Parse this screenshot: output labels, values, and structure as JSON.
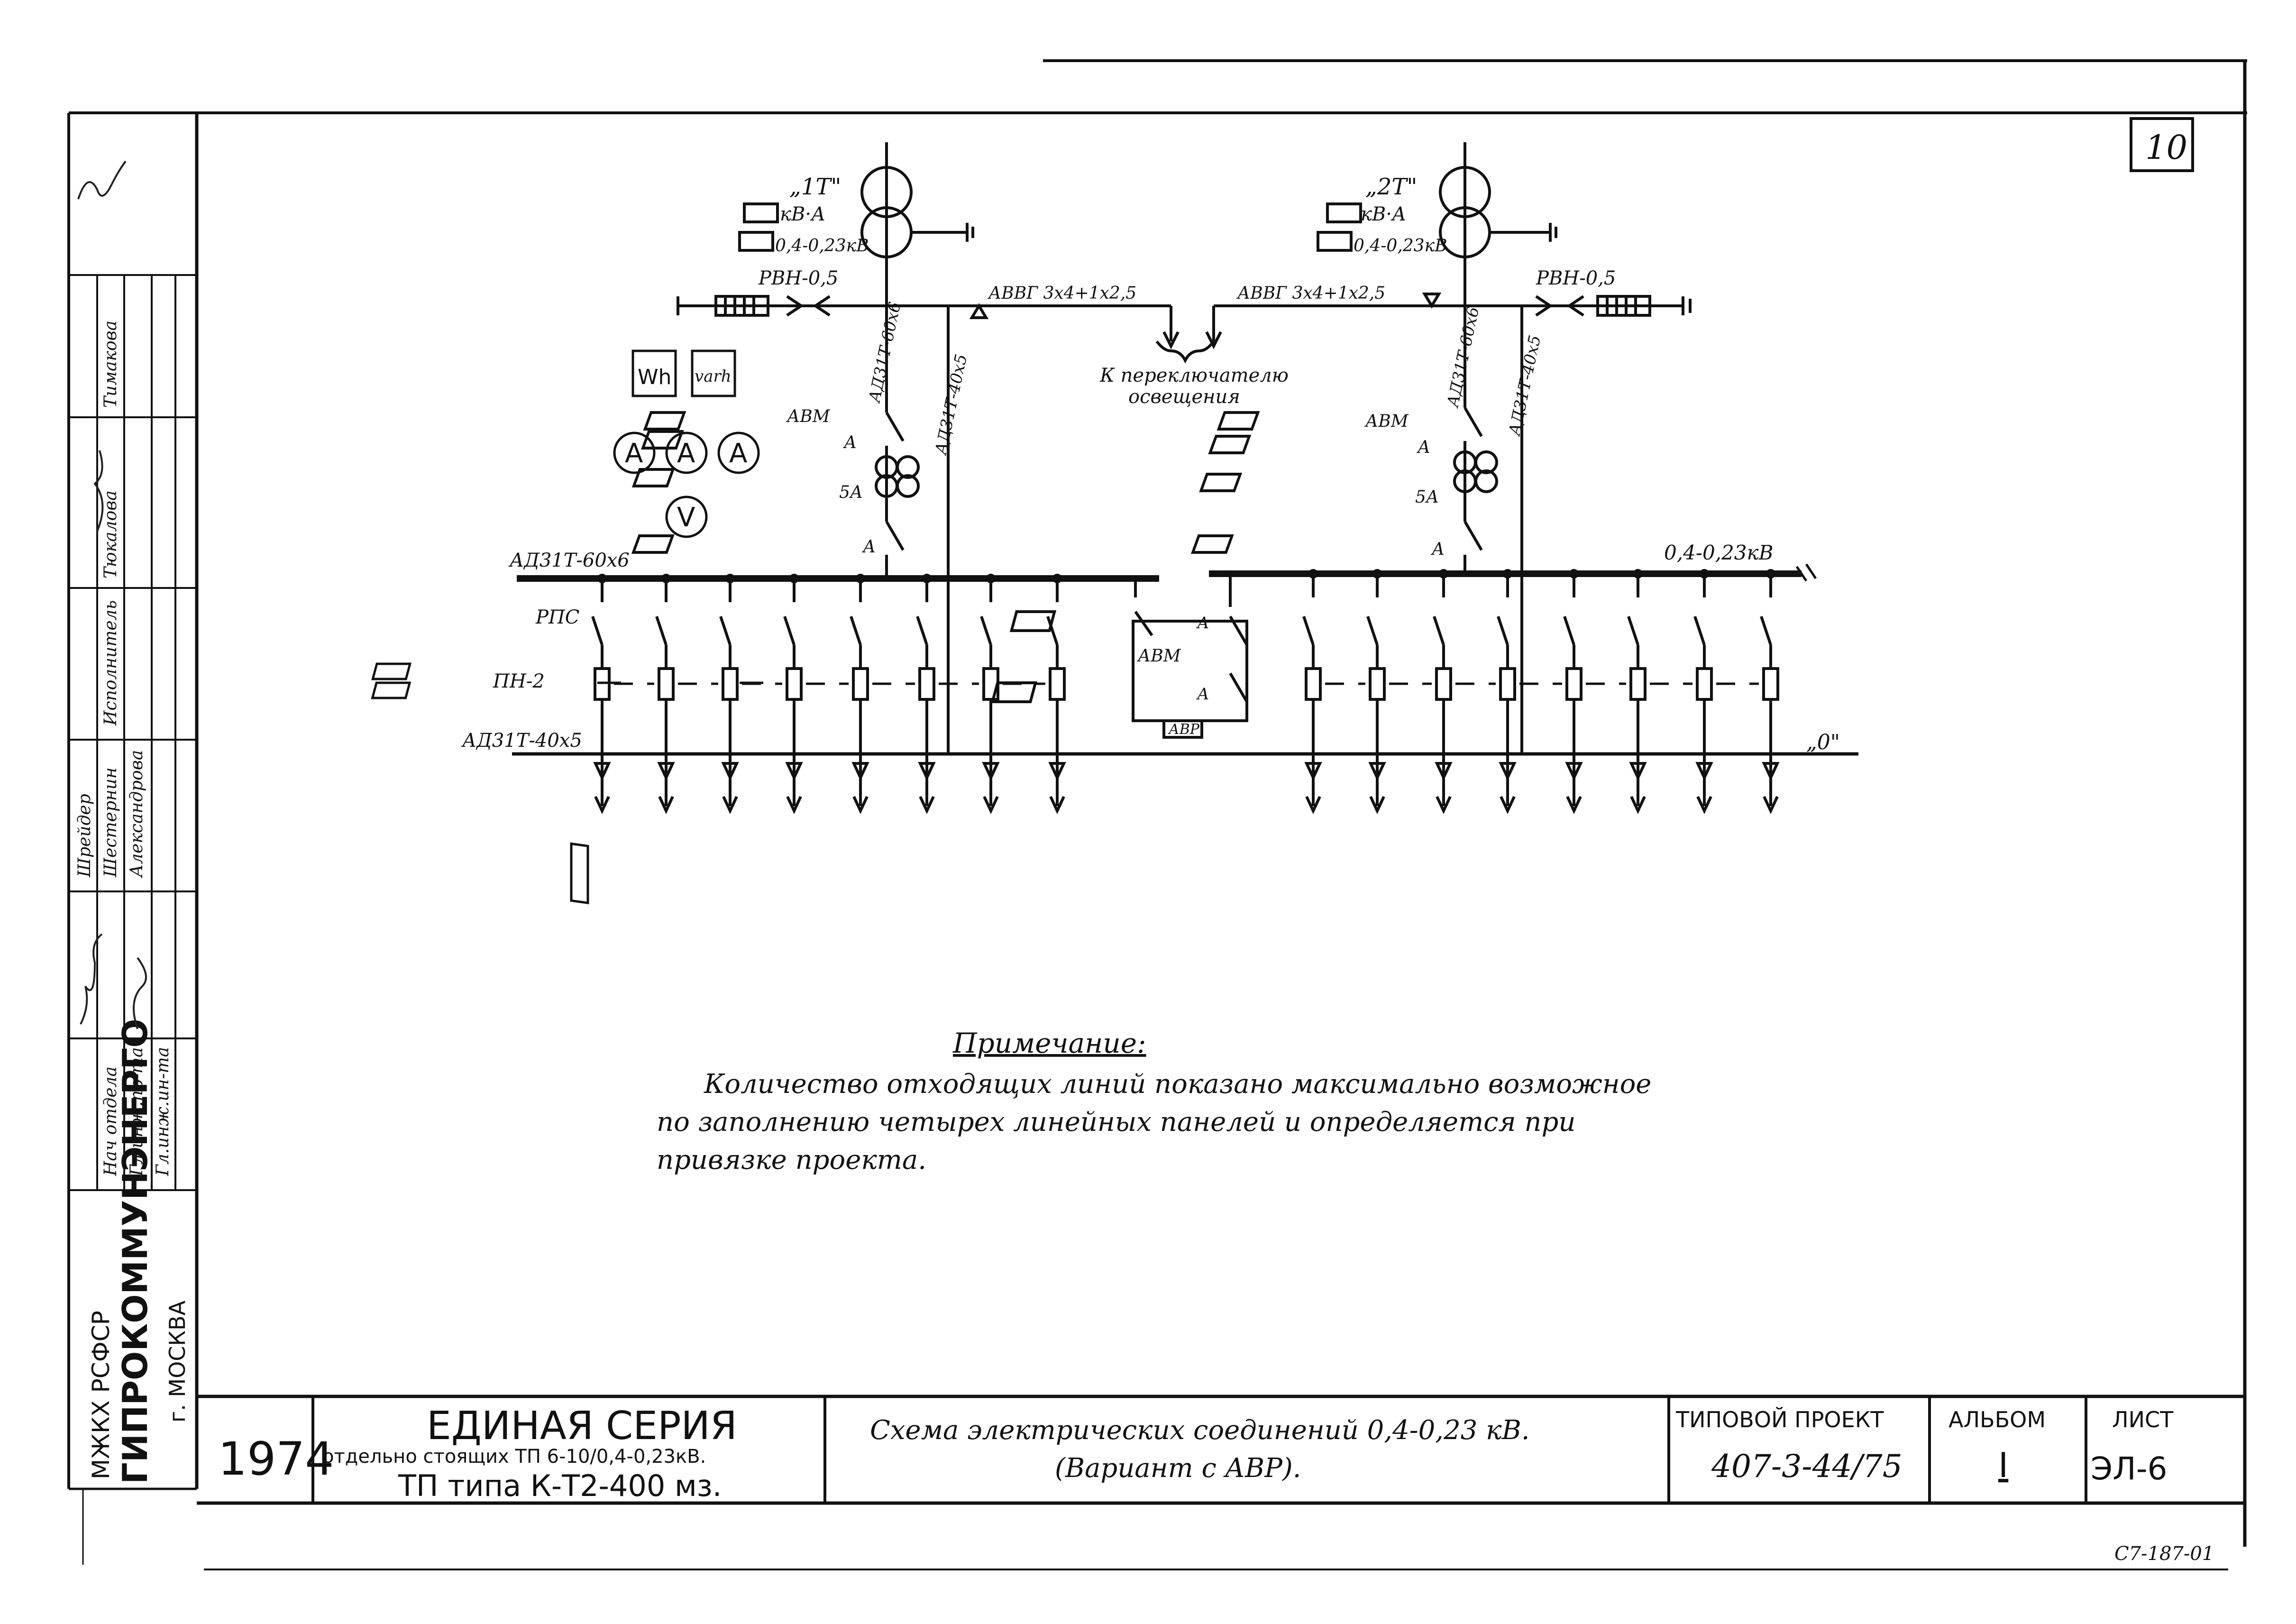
{
  "sheet_number": "10",
  "corner_stamp": "С7-187-01",
  "transformers": {
    "t1": {
      "label": "„1Т\"",
      "rating_kva": "кВ·А",
      "voltage": "0,4-0,23кВ"
    },
    "t2": {
      "label": "„2Т\"",
      "rating_kva": "кВ·А",
      "voltage": "0,4-0,23кВ"
    }
  },
  "labels": {
    "rvn_left": "РВН-0,5",
    "rvn_right": "РВН-0,5",
    "cable_left": "АВВГ 3х4+1х2,5",
    "cable_right": "АВВГ 3х4+1х2,5",
    "switch_note_1": "К переключателю",
    "switch_note_2": "освещения",
    "ad_60_left": "АД31Т-60х6",
    "ad_60_right": "АД31Т-60х6",
    "ad_40_left": "АД31Т-40х5",
    "ad_40_right": "АД31Т-40х5",
    "avm_left": "АВМ",
    "avm_right": "АВМ",
    "avm_center": "АВМ",
    "amp_a": "А",
    "amp_5a": "5А",
    "busbar_left": "АД31Т-60х6",
    "busbar_right": "0,4-0,23кВ",
    "rps": "РПС",
    "pn2": "ПН-2",
    "lower_bus": "АД31Т-40х5",
    "zero_bus": "„0\"",
    "avr_box": "АВР",
    "meter_wh": "Wh",
    "meter_varh": "varh",
    "ammeter": "A",
    "voltmeter": "V"
  },
  "note": {
    "title": "Примечание:",
    "line1": "Количество отходящих линий показано максимально возможное",
    "line2": "по заполнению четырех линейных панелей и определяется при",
    "line3": "привязке проекта."
  },
  "left_strip": {
    "org1": "МЖКХ РСФСР",
    "org2": "ГИПРОКОММУНЭНЕРГО",
    "org3": "г. МОСКВА",
    "roles": [
      "Нач отдела",
      "Гл.инж.пр-та",
      "Гл.инж.ин-та",
      "Исполнитель"
    ],
    "names": [
      "Александрова",
      "Шестернин",
      "Шрейдер",
      "Тюкалова",
      "Тимакова"
    ]
  },
  "title_block": {
    "year": "1974",
    "series_title": "ЕДИНАЯ СЕРИЯ",
    "series_sub": "отдельно стоящих ТП 6-10/0,4-0,23кВ.",
    "tp_type": "ТП типа К-Т2-400 мз.",
    "scheme_line1": "Схема электрических соединений 0,4-0,23 кВ.",
    "scheme_line2": "(Вариант с АВР).",
    "project_label": "ТИПОВОЙ ПРОЕКТ",
    "project_value": "407-3-44/75",
    "album_label": "АЛЬБОМ",
    "album_value": "I",
    "sheet_label": "ЛИСТ",
    "sheet_value": "ЭЛ-6"
  }
}
